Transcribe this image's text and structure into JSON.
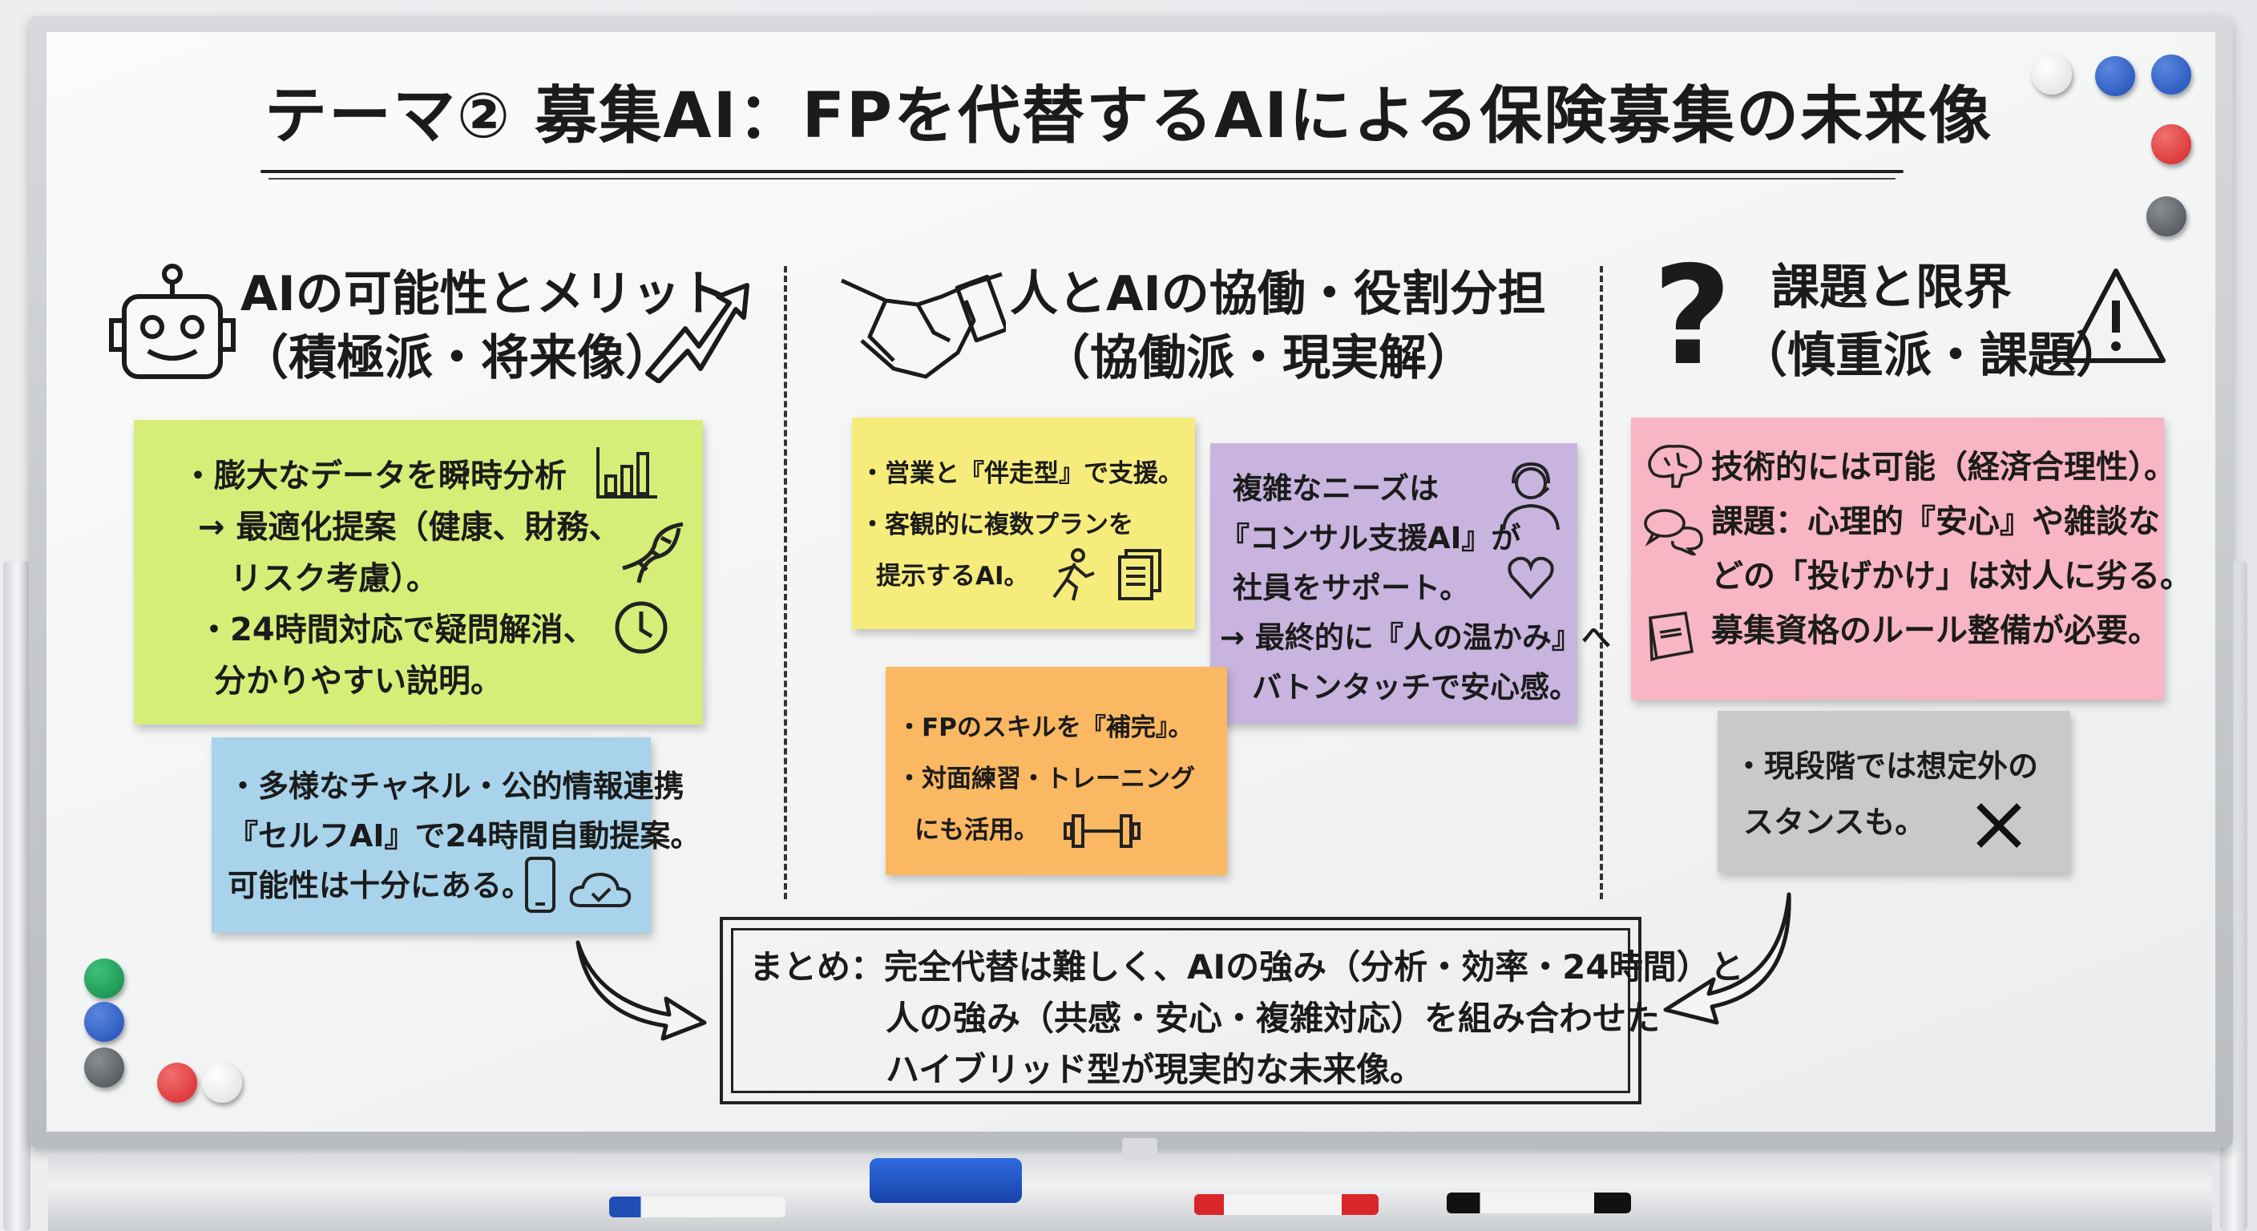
{
  "title": "テーマ② 募集AI：FPを代替するAIによる保険募集の未来像",
  "columns": [
    {
      "heading": "AIの可能性とメリット",
      "subheading": "（積極派・将来像）"
    },
    {
      "heading": "人とAIの協働・役割分担",
      "subheading": "（協働派・現実解）"
    },
    {
      "heading": "課題と限界",
      "subheading": "（慎重派・課題）"
    }
  ],
  "notes": {
    "green": {
      "color": "#d6ee78",
      "lines": [
        "・膨大なデータを瞬時分析",
        "→ 最適化提案（健康、財務、",
        "リスク考慮）。",
        "・24時間対応で疑問解消、",
        "分かりやすい説明。"
      ]
    },
    "blue": {
      "color": "#a8d3ea",
      "lines": [
        "・多様なチャネル・公的情報連携",
        "『セルフAI』で24時間自動提案。",
        "可能性は十分にある。"
      ]
    },
    "yellow": {
      "color": "#f6ec7c",
      "lines": [
        "・営業と『伴走型』で支援。",
        "・客観的に複数プランを",
        "提示するAI。"
      ]
    },
    "purple": {
      "color": "#c8b4df",
      "lines": [
        "複雑なニーズは",
        "『コンサル支援AI』が",
        "社員をサポート。",
        "→ 最終的に『人の温かみ』へ",
        "バトンタッチで安心感。"
      ]
    },
    "orange": {
      "color": "#fbb862",
      "lines": [
        "・FPのスキルを『補完』。",
        "・対面練習・トレーニング",
        "にも活用。"
      ]
    },
    "pink": {
      "color": "#f8b5c3",
      "lines": [
        "技術的には可能（経済合理性）。",
        "課題：心理的『安心』や雑談な",
        "どの「投げかけ」は対人に劣る。",
        "募集資格のルール整備が必要。"
      ]
    },
    "gray": {
      "color": "#c9c9c9",
      "lines": [
        "・現段階では想定外の",
        "スタンスも。"
      ]
    }
  },
  "summary": {
    "lines": [
      "まとめ：完全代替は難しく、AIの強み（分析・効率・24時間）と",
      "人の強み（共感・安心・複雑対応）を組み合わせた",
      "ハイブリッド型が現実的な未来像。"
    ]
  },
  "icons": [
    "robot-icon",
    "trend-arrow-icon",
    "handshake-icon",
    "question-mark-icon",
    "warning-icon",
    "bar-chart-icon",
    "dna-icon",
    "clock-icon",
    "smartphone-icon",
    "cloud-check-icon",
    "runner-icon",
    "documents-icon",
    "headset-person-icon",
    "heart-icon",
    "dumbbell-icon",
    "brain-icon",
    "speech-bubbles-icon",
    "book-icon",
    "cross-icon"
  ],
  "colors": {
    "magnet_blue": "#1f4fb5",
    "magnet_red": "#d8262a",
    "magnet_green": "#138a4a",
    "magnet_gray": "#4a4d52",
    "magnet_white": "#f4f4f4"
  }
}
